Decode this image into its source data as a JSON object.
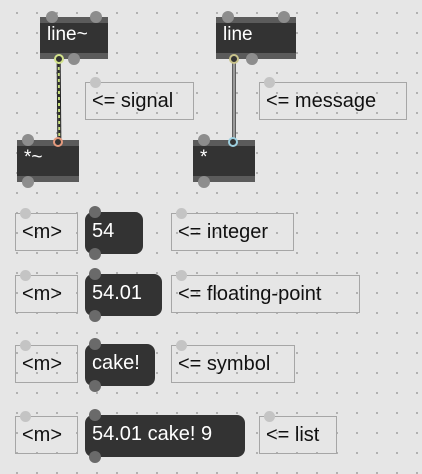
{
  "objects": {
    "line_sig": "line~",
    "line_msg": "line",
    "mult_sig": "*~",
    "mult_msg": "*"
  },
  "comments": {
    "signal": "<= signal",
    "message": "<= message",
    "integer": "<= integer",
    "floating_point": "<= floating-point",
    "symbol": "<= symbol",
    "list": "<= list"
  },
  "rows": [
    {
      "tag": "<m>",
      "value": "54"
    },
    {
      "tag": "<m>",
      "value": "54.01"
    },
    {
      "tag": "<m>",
      "value": "cake!"
    },
    {
      "tag": "<m>",
      "value": "54.01 cake! 9"
    }
  ],
  "colors": {
    "canvas": "#e6e6e6",
    "object_fill": "#333333",
    "signal_cord": "#c9e27a",
    "message_cord": "#9a9a9a"
  }
}
